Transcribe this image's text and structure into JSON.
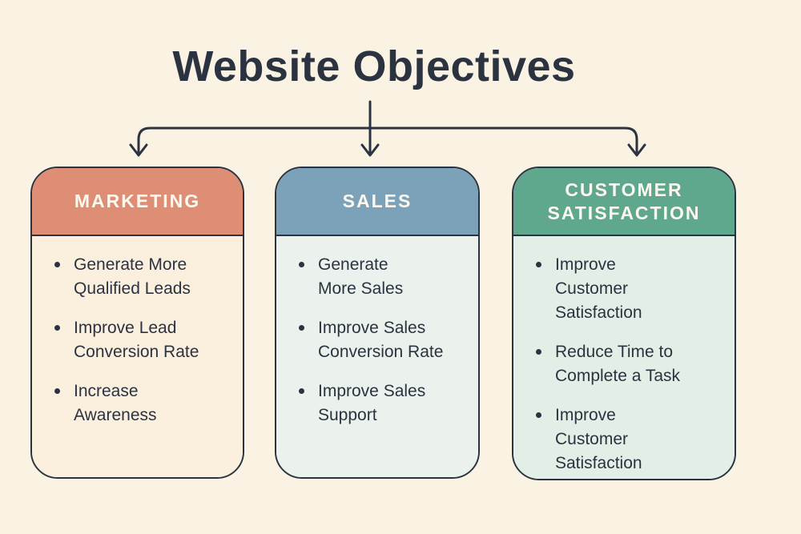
{
  "title": "Website Objectives",
  "background_color": "#FAF2E3",
  "ink_color": "#2B3240",
  "connector": {
    "style": "down-arrows",
    "arrow_count": 3,
    "color": "#2B3240"
  },
  "cards": [
    {
      "title": "MARKETING",
      "header_color": "#DE8E74",
      "body_color": "#FBEFDE",
      "items": [
        "Generate More\nQualified Leads",
        "Improve Lead\nConversion Rate",
        "Increase\nAwareness"
      ]
    },
    {
      "title": "SALES",
      "header_color": "#7CA2B9",
      "body_color": "#EBF1ED",
      "items": [
        "Generate\nMore Sales",
        "Improve Sales\nConversion Rate",
        "Improve Sales\nSupport"
      ]
    },
    {
      "title": "CUSTOMER\nSATISFACTION",
      "header_color": "#5FA78D",
      "body_color": "#E2EFE7",
      "items": [
        "Improve\nCustomer\nSatisfaction",
        "Reduce Time to\nComplete a Task",
        "Improve\nCustomer\nSatisfaction"
      ]
    }
  ]
}
